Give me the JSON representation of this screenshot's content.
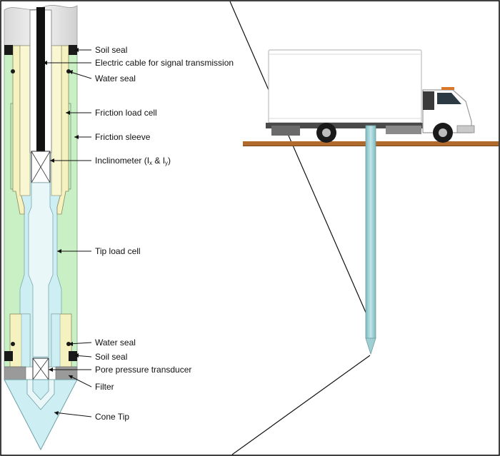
{
  "labels": {
    "soil_seal_top": "Soil seal",
    "electric_cable": "Electric cable for signal transmission",
    "water_seal_top": "Water seal",
    "friction_load_cell": "Friction load cell",
    "friction_sleeve": "Friction sleeve",
    "inclinometer_prefix": "Inclinometer (I",
    "inclinometer_x": "x",
    "inclinometer_mid": " & I",
    "inclinometer_y": "y",
    "inclinometer_suffix": ")",
    "tip_load_cell": "Tip load cell",
    "water_seal_bottom": "Water seal",
    "soil_seal_bottom": "Soil seal",
    "pore_pressure_transducer": "Pore pressure transducer",
    "filter": "Filter",
    "cone_tip": "Cone Tip"
  },
  "colors": {
    "friction_sleeve": "#c9f0c4",
    "inner_body": "#cdeef2",
    "load_cell": "#f6f2bf",
    "seal": "#1a1a1a",
    "filter": "#9a9a9a",
    "cable": "#111111",
    "ground": "#b06a2c",
    "probe": "#9fcfd3"
  }
}
